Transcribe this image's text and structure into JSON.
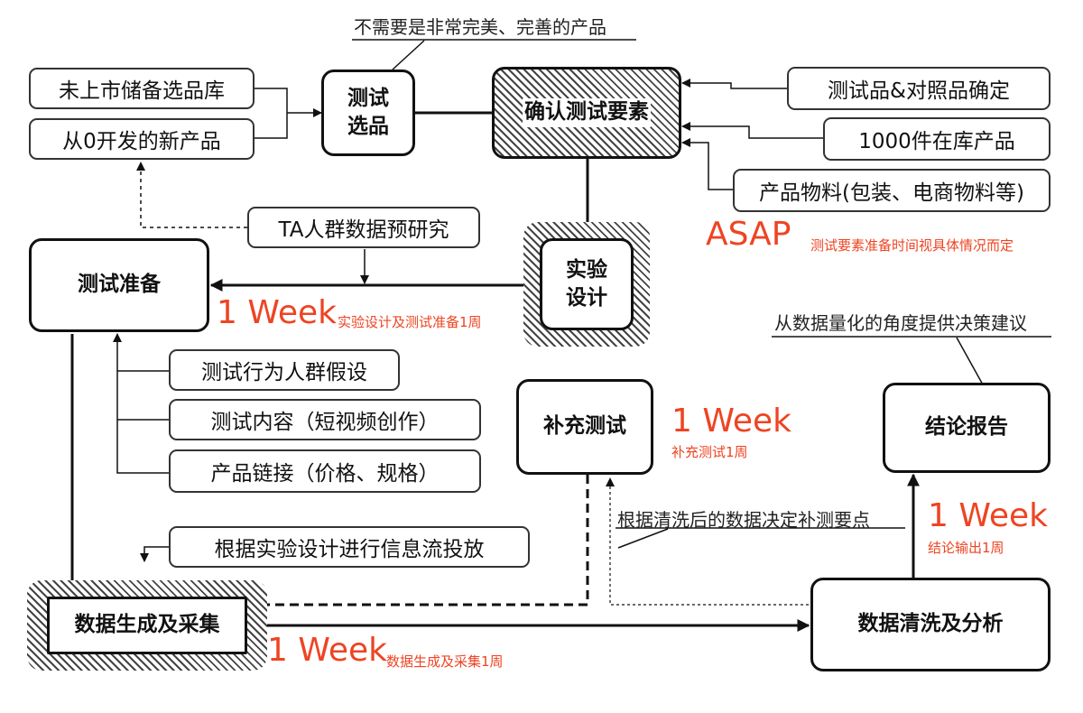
{
  "colors": {
    "accent": "#ee4422",
    "line": "#111111"
  },
  "top_note": "不需要是非常完美、完善的产品",
  "boxes": {
    "unlisted": "未上市储备选品库",
    "from_zero": "从0开发的新产品",
    "select_1": "测试",
    "select_2": "选品",
    "confirm": "确认测试要素",
    "test_vs_control": "测试品&对照品确定",
    "inventory": "1000件在库产品",
    "materials": "产品物料(包装、电商物料等)",
    "ta_research": "TA人群数据预研究",
    "prep": "测试准备",
    "design_1": "实验",
    "design_2": "设计",
    "hypothesis": "测试行为人群假设",
    "content": "测试内容（短视频创作）",
    "link": "产品链接（价格、规格）",
    "supplement": "补充测试",
    "report": "结论报告",
    "delivery": "根据实验设计进行信息流投放",
    "generate": "数据生成及采集",
    "cleaning": "数据清洗及分析"
  },
  "notes": {
    "asap": "ASAP",
    "asap_desc": "测试要素准备时间视具体情况而定",
    "week_design": "1 Week",
    "week_design_desc": "实验设计及测试准备1周",
    "week_supp": "1 Week",
    "week_supp_desc": "补充测试1周",
    "week_report": "1 Week",
    "week_report_desc": "结论输出1周",
    "week_gen": "1 Week",
    "week_gen_desc": "数据生成及采集1周",
    "quant": "从数据量化的角度提供决策建议",
    "decide_points": "根据清洗后的数据决定补测要点"
  }
}
